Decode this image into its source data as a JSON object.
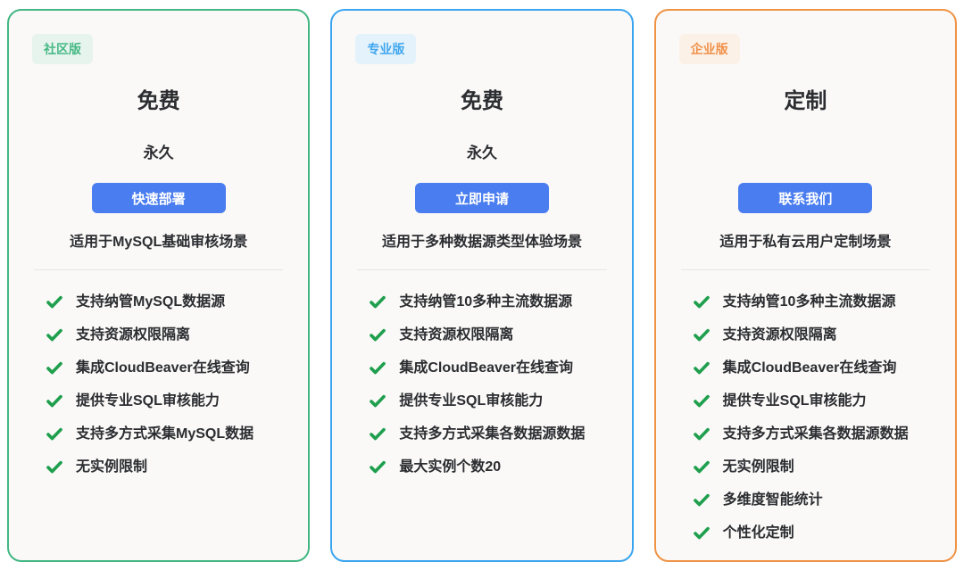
{
  "shared": {
    "button_bg": "#4a7def",
    "button_text_color": "#ffffff",
    "check_color": "#1f9f4d",
    "card_bg": "#faf9f7",
    "text_color": "#2b2d31",
    "divider_color": "#e8e6e2"
  },
  "cards": [
    {
      "badge": "社区版",
      "badge_bg": "#e7f4ee",
      "badge_text_color": "#47b985",
      "border_color": "#43b783",
      "title": "免费",
      "subtitle": "永久",
      "button_label": "快速部署",
      "description": "适用于MySQL基础审核场景",
      "features": [
        "支持纳管MySQL数据源",
        "支持资源权限隔离",
        "集成CloudBeaver在线查询",
        "提供专业SQL审核能力",
        "支持多方式采集MySQL数据",
        "无实例限制"
      ]
    },
    {
      "badge": "专业版",
      "badge_bg": "#e4f2fc",
      "badge_text_color": "#41a7ef",
      "border_color": "#3ba5f0",
      "title": "免费",
      "subtitle": "永久",
      "button_label": "立即申请",
      "description": "适用于多种数据源类型体验场景",
      "features": [
        "支持纳管10多种主流数据源",
        "支持资源权限隔离",
        "集成CloudBeaver在线查询",
        "提供专业SQL审核能力",
        "支持多方式采集各数据源数据",
        "最大实例个数20"
      ]
    },
    {
      "badge": "企业版",
      "badge_bg": "#fcf1e6",
      "badge_text_color": "#f0914b",
      "border_color": "#ef9345",
      "title": "定制",
      "subtitle": "",
      "button_label": "联系我们",
      "description": "适用于私有云用户定制场景",
      "features": [
        "支持纳管10多种主流数据源",
        "支持资源权限隔离",
        "集成CloudBeaver在线查询",
        "提供专业SQL审核能力",
        "支持多方式采集各数据源数据",
        "无实例限制",
        "多维度智能统计",
        "个性化定制"
      ]
    }
  ]
}
